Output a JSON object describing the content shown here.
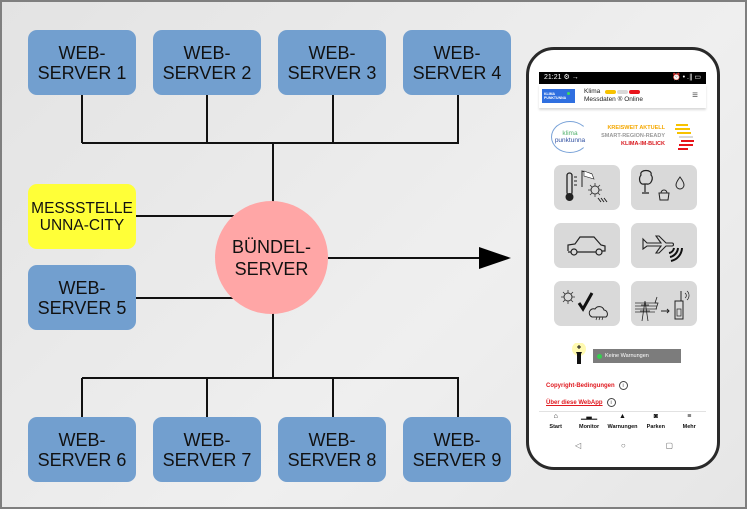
{
  "diagram": {
    "top_servers": [
      {
        "line1": "WEB-",
        "line2": "SERVER 1"
      },
      {
        "line1": "WEB-",
        "line2": "SERVER 2"
      },
      {
        "line1": "WEB-",
        "line2": "SERVER 3"
      },
      {
        "line1": "WEB-",
        "line2": "SERVER 4"
      }
    ],
    "left_nodes": [
      {
        "line1": "MESSSTELLE",
        "line2": "UNNA-CITY",
        "color": "#ffff38"
      },
      {
        "line1": "WEB-",
        "line2": "SERVER 5",
        "color": "#729fcf"
      }
    ],
    "bottom_servers": [
      {
        "line1": "WEB-",
        "line2": "SERVER 6"
      },
      {
        "line1": "WEB-",
        "line2": "SERVER 7"
      },
      {
        "line1": "WEB-",
        "line2": "SERVER 8"
      },
      {
        "line1": "WEB-",
        "line2": "SERVER 9"
      }
    ],
    "hub": {
      "line1": "BÜNDEL-",
      "line2": "SERVER",
      "color": "#ffa6a6"
    },
    "server_color": "#729fcf",
    "arrow_target": "smartphone"
  },
  "phone": {
    "status": {
      "time": "21:21",
      "icons_left": "⚙ →",
      "icons_right": "⏰ • .∥ ▭"
    },
    "app_logo": {
      "line1": "KLIMA",
      "line2": "PUNKTUNNA"
    },
    "header": {
      "title": "Klima",
      "subtitle": "Messdaten ® Online",
      "status_colors": [
        "#f7c200",
        "#d9d9d9",
        "#e8141b"
      ],
      "menu_icon": "≡"
    },
    "hero": {
      "logo_line1": "klima",
      "logo_line2": "punktunna",
      "slogan": [
        {
          "text": "KREISWEIT AKTUELL",
          "color": "#f5a800"
        },
        {
          "text": "SMART-REGION-READY",
          "color": "#9a9a9a"
        },
        {
          "text": "KLIMA-IM-BLICK",
          "color": "#d8151b"
        }
      ]
    },
    "tiles": [
      {
        "name": "weather-sensors",
        "icons": [
          "thermometer",
          "windsock",
          "sun",
          "rain"
        ]
      },
      {
        "name": "environment",
        "icons": [
          "tree",
          "water-drop",
          "bucket"
        ]
      },
      {
        "name": "parking",
        "icons": [
          "car"
        ]
      },
      {
        "name": "noise",
        "icons": [
          "airplane",
          "sound-waves"
        ]
      },
      {
        "name": "forecast",
        "icons": [
          "sun",
          "checkmark",
          "cloud-rain"
        ]
      },
      {
        "name": "power-radio",
        "icons": [
          "power-lines",
          "arrow",
          "radio"
        ]
      }
    ],
    "warning": {
      "text": "Keine Warnungen",
      "status_color": "#35d04f"
    },
    "links": [
      {
        "text": "Copyright-Bedingungen",
        "info": "i"
      },
      {
        "text": "Über diese WebApp",
        "info": "i"
      }
    ],
    "nav": [
      {
        "label": "Start",
        "icon": "⌂"
      },
      {
        "label": "Monitor",
        "icon": "▁▃▁"
      },
      {
        "label": "Warnungen",
        "icon": "▲"
      },
      {
        "label": "Parken",
        "icon": "◙"
      },
      {
        "label": "Mehr",
        "icon": "≡"
      }
    ],
    "system_nav": {
      "back": "◁",
      "home": "○",
      "recent": "▢"
    }
  }
}
